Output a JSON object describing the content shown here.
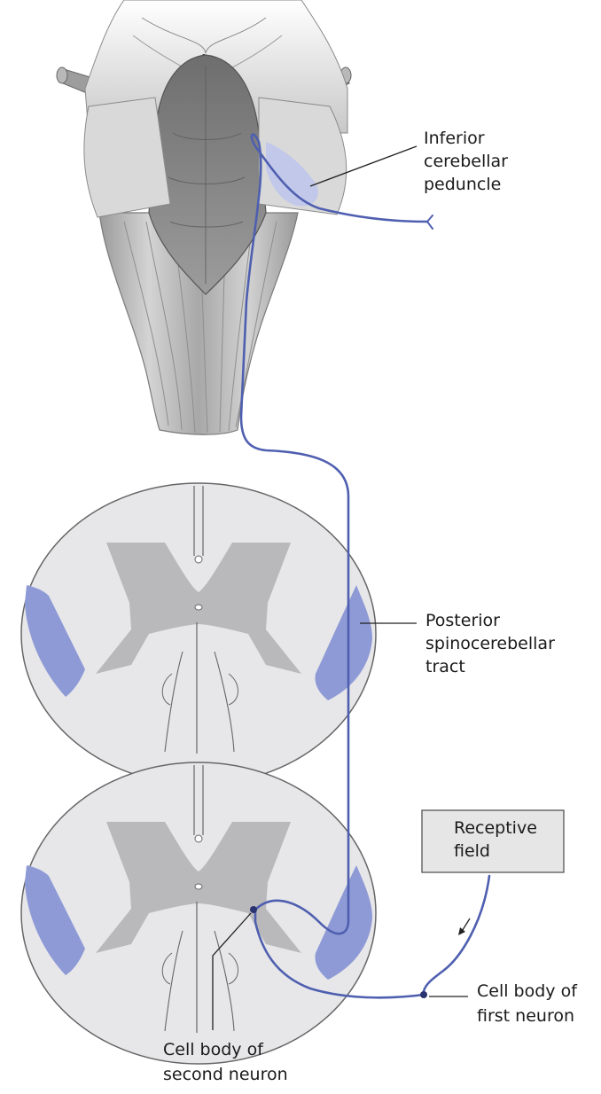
{
  "colors": {
    "tract": "#4f5fb0",
    "tract_fill": "#8e9ad6",
    "spinal_white": "#e7e7e9",
    "spinal_grey": "#b9b9bc",
    "spinal_outline": "#666666",
    "brainstem_light": "#dcdcdc",
    "brainstem_dark": "#7c7c7c",
    "receptive_box": "#e6e6e6"
  },
  "labels": {
    "inferior_peduncle": [
      "Inferior",
      "cerebellar",
      "peduncle"
    ],
    "posterior_tract": [
      "Posterior",
      "spinocerebellar",
      "tract"
    ],
    "receptive_field": [
      "Receptive",
      "field"
    ],
    "first_neuron": [
      "Cell body of",
      "first neuron"
    ],
    "second_neuron": [
      "Cell body of",
      "second neuron"
    ]
  }
}
